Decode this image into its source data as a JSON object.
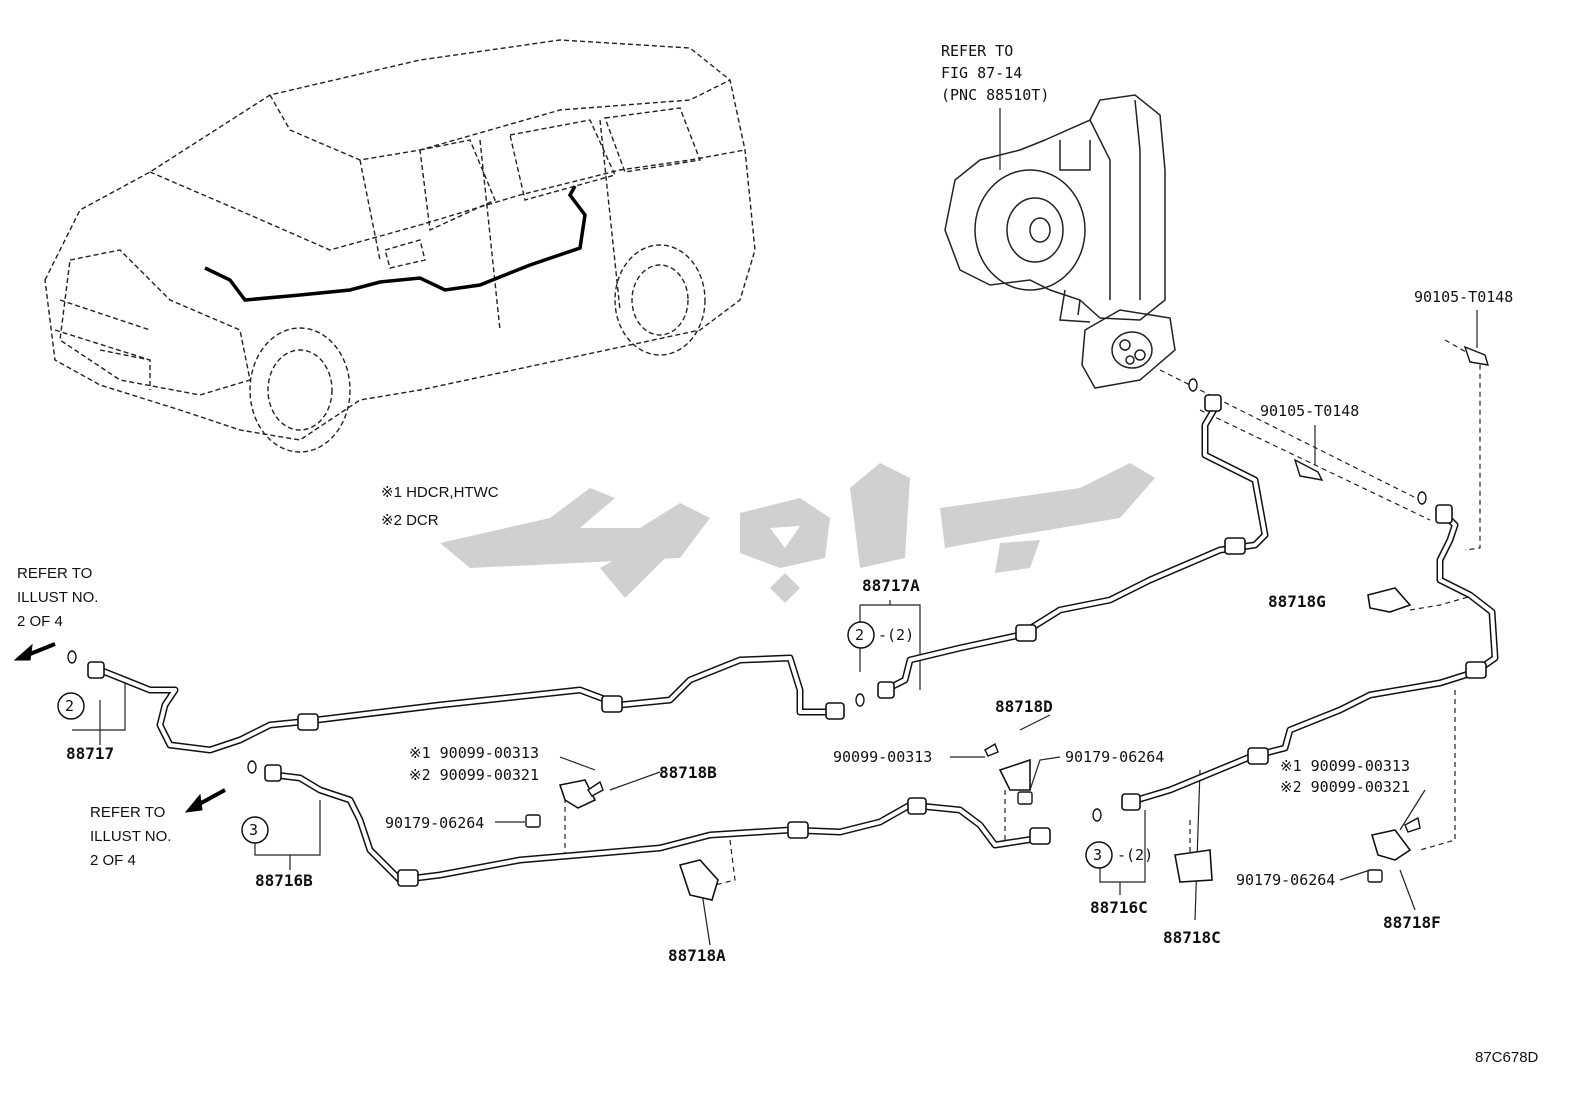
{
  "refer_fig": {
    "line1": "REFER TO",
    "line2": "FIG 87-14",
    "line3": "(PNC 88510T)"
  },
  "refer_left_top": {
    "line1": "REFER TO",
    "line2": "ILLUST NO.",
    "line3": "2 OF 4"
  },
  "refer_left_bottom": {
    "line1": "REFER TO",
    "line2": "ILLUST NO.",
    "line3": "2 OF 4"
  },
  "notes": {
    "note1": "※1 HDCR,HTWC",
    "note2": "※2 DCR"
  },
  "parts": {
    "p90105_top": "90105-T0148",
    "p90105_mid": "90105-T0148",
    "p88717A": "88717A",
    "p88718G": "88718G",
    "p88717": "88717",
    "p88718D": "88718D",
    "p90099_313_d": "90099-00313",
    "p90179_d": "90179-06264",
    "p88718B": "88718B",
    "p90099_313_b": "※1 90099-00313",
    "p90099_321_b": "※2 90099-00321",
    "p90179_b": "90179-06264",
    "p88716B": "88716B",
    "p88718A": "88718A",
    "p90099_313_f": "※1 90099-00313",
    "p90099_321_f": "※2 90099-00321",
    "p90179_f": "90179-06264",
    "p88716C": "88716C",
    "p88718C": "88718C",
    "p88718F": "88718F"
  },
  "callouts": {
    "c2a": "2",
    "c2a_qty": "-(2)",
    "c2b": "2",
    "c3a": "3",
    "c3b": "3",
    "c3b_qty": "-(2)"
  },
  "diagram_code": "87C678D"
}
